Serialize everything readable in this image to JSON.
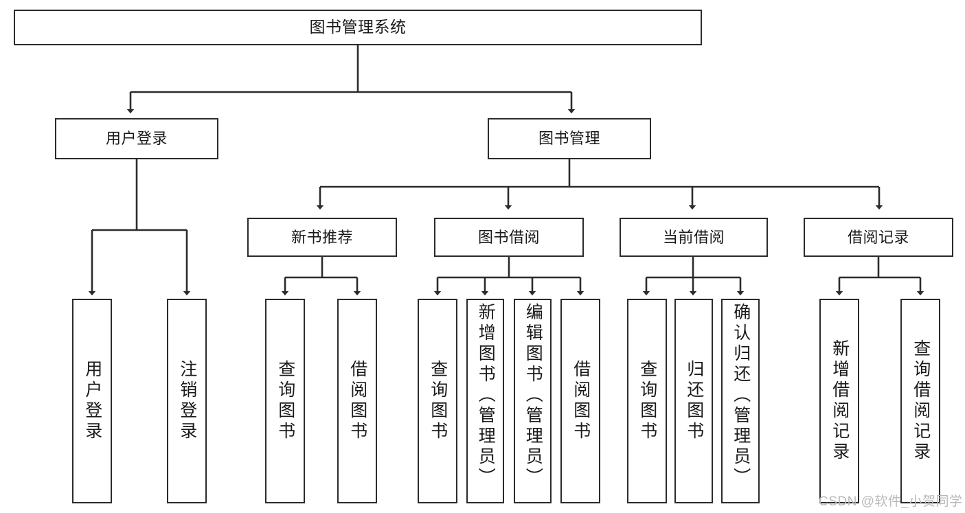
{
  "diagram": {
    "title": "图书管理系统",
    "type": "tree",
    "colors": {
      "node_border": "#2b2b2b",
      "node_fill": "#ffffff",
      "edge": "#2b2b2b",
      "background": "#ffffff",
      "watermark": "#b9b9b9"
    },
    "levels": {
      "root": {
        "label": "图书管理系统"
      },
      "level2": [
        {
          "id": "user-login",
          "label": "用户登录"
        },
        {
          "id": "book-manage",
          "label": "图书管理"
        }
      ],
      "level3": [
        {
          "id": "new-book-recommend",
          "label": "新书推荐",
          "parent": "book-manage"
        },
        {
          "id": "book-borrow",
          "label": "图书借阅",
          "parent": "book-manage"
        },
        {
          "id": "current-borrow",
          "label": "当前借阅",
          "parent": "book-manage"
        },
        {
          "id": "borrow-record",
          "label": "借阅记录",
          "parent": "book-manage"
        }
      ],
      "leaves": [
        {
          "id": "leaf-user-login",
          "label": "用户登录",
          "parent": "user-login"
        },
        {
          "id": "leaf-user-logout",
          "label": "注销登录",
          "parent": "user-login"
        },
        {
          "id": "leaf-query-book-1",
          "label": "查询图书",
          "parent": "new-book-recommend"
        },
        {
          "id": "leaf-borrow-book-1",
          "label": "借阅图书",
          "parent": "new-book-recommend"
        },
        {
          "id": "leaf-query-book-2",
          "label": "查询图书",
          "parent": "book-borrow"
        },
        {
          "id": "leaf-add-book",
          "label": "新增图书（管理员）",
          "parent": "book-borrow"
        },
        {
          "id": "leaf-edit-book",
          "label": "编辑图书（管理员）",
          "parent": "book-borrow"
        },
        {
          "id": "leaf-borrow-book-2",
          "label": "借阅图书",
          "parent": "book-borrow"
        },
        {
          "id": "leaf-query-book-3",
          "label": "查询图书",
          "parent": "current-borrow"
        },
        {
          "id": "leaf-return-book",
          "label": "归还图书",
          "parent": "current-borrow"
        },
        {
          "id": "leaf-confirm-return",
          "label": "确认归还（管理员）",
          "parent": "current-borrow"
        },
        {
          "id": "leaf-add-record",
          "label": "新增借阅记录",
          "parent": "borrow-record"
        },
        {
          "id": "leaf-query-record",
          "label": "查询借阅记录",
          "parent": "borrow-record"
        }
      ]
    },
    "watermark": "CSDN @软件_小贺同学"
  }
}
